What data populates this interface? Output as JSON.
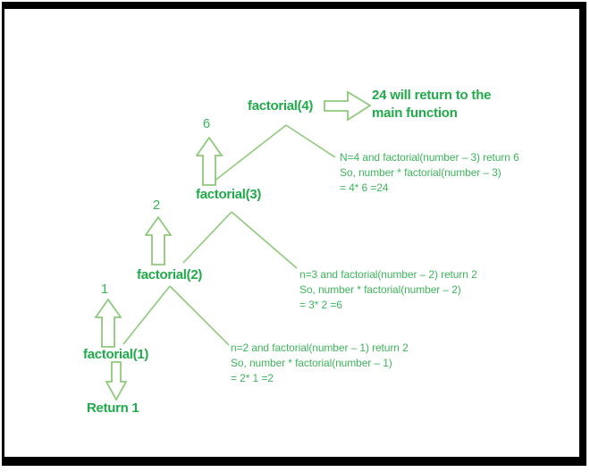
{
  "frame": {
    "border_color": "#000000",
    "background": "#ffffff"
  },
  "palette": {
    "heading_green": "#21ab4b",
    "body_green": "#3eb55c",
    "line_green": "#8fc97b"
  },
  "annotation": {
    "line1": "24 will return to the",
    "line2": "main function"
  },
  "nodes": {
    "f4": {
      "label": "factorial(4)"
    },
    "f3": {
      "label": "factorial(3)",
      "returned": "6"
    },
    "f2": {
      "label": "factorial(2)",
      "returned": "2"
    },
    "f1": {
      "label": "factorial(1)",
      "returned": "1"
    }
  },
  "base_case": {
    "label": "Return 1"
  },
  "explanations": {
    "e4": {
      "l1": "N=4 and factorial(number – 3) return 6",
      "l2": "So, number * factorial(number – 3)",
      "l3": "= 4* 6 =24"
    },
    "e3": {
      "l1": "n=3 and factorial(number – 2) return 2",
      "l2": "So, number * factorial(number – 2)",
      "l3": "= 3* 2 =6"
    },
    "e2": {
      "l1": "n=2 and factorial(number – 1) return 2",
      "l2": "So, number * factorial(number – 1)",
      "l3": "= 2* 1 =2"
    }
  }
}
